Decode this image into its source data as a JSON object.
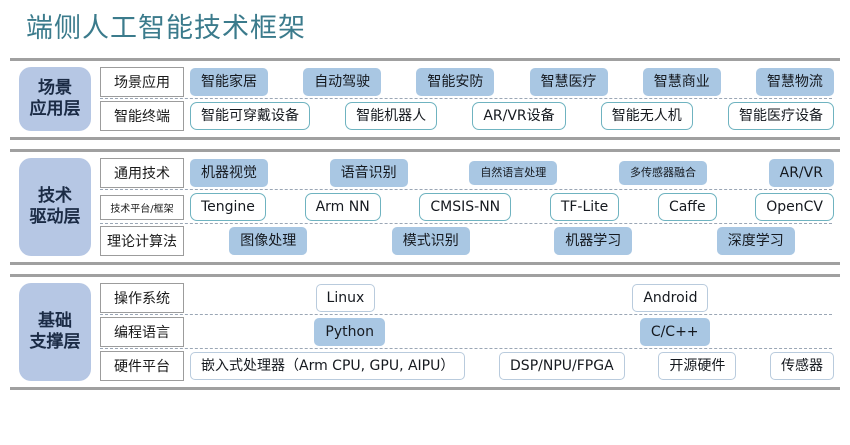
{
  "title": "端侧人工智能技术框架",
  "colors": {
    "title": "#3b7b8c",
    "layer_badge": "#b6c7e4",
    "chip_fill": "#a9c7e3",
    "chip_teal_border": "#6fb3c0",
    "chip_grayblue_border": "#b9cbdd",
    "section_rule": "#a0a0a0"
  },
  "sections": [
    {
      "layer": {
        "line1": "场景",
        "line2": "应用层"
      },
      "rows": [
        {
          "label": "场景应用",
          "label_small": false,
          "chip_style": "fill",
          "chips": [
            "智能家居",
            "自动驾驶",
            "智能安防",
            "智慧医疗",
            "智慧商业",
            "智慧物流"
          ]
        },
        {
          "label": "智能终端",
          "label_small": false,
          "chip_style": "teal",
          "chips": [
            "智能可穿戴设备",
            "智能机器人",
            "AR/VR设备",
            "智能无人机",
            "智能医疗设备"
          ]
        }
      ]
    },
    {
      "layer": {
        "line1": "技术",
        "line2": "驱动层"
      },
      "rows": [
        {
          "label": "通用技术",
          "label_small": false,
          "chip_style": "fill",
          "chips": [
            "机器视觉",
            "语音识别",
            "自然语言处理",
            "多传感器融合",
            "AR/VR"
          ],
          "chip_small": [
            false,
            false,
            true,
            true,
            false
          ]
        },
        {
          "label": "技术平台/框架",
          "label_small": true,
          "chip_style": "teal",
          "chips": [
            "Tengine",
            "Arm NN",
            "CMSIS-NN",
            "TF-Lite",
            "Caffe",
            "OpenCV"
          ]
        },
        {
          "label": "理论计算法",
          "label_small": false,
          "chip_style": "fill",
          "chips": [
            "图像处理",
            "模式识别",
            "机器学习",
            "深度学习"
          ]
        }
      ]
    },
    {
      "layer": {
        "line1": "基础",
        "line2": "支撑层"
      },
      "rows": [
        {
          "label": "操作系统",
          "label_small": false,
          "chip_style": "grayblue",
          "chips": [
            "Linux",
            "Android"
          ]
        },
        {
          "label": "编程语言",
          "label_small": false,
          "chip_style": "fill",
          "chips": [
            "Python",
            "C/C++"
          ]
        },
        {
          "label": "硬件平台",
          "label_small": false,
          "chip_style": "grayblue",
          "chips": [
            "嵌入式处理器（Arm CPU, GPU, AIPU）",
            "DSP/NPU/FPGA",
            "开源硬件",
            "传感器"
          ]
        }
      ]
    }
  ]
}
